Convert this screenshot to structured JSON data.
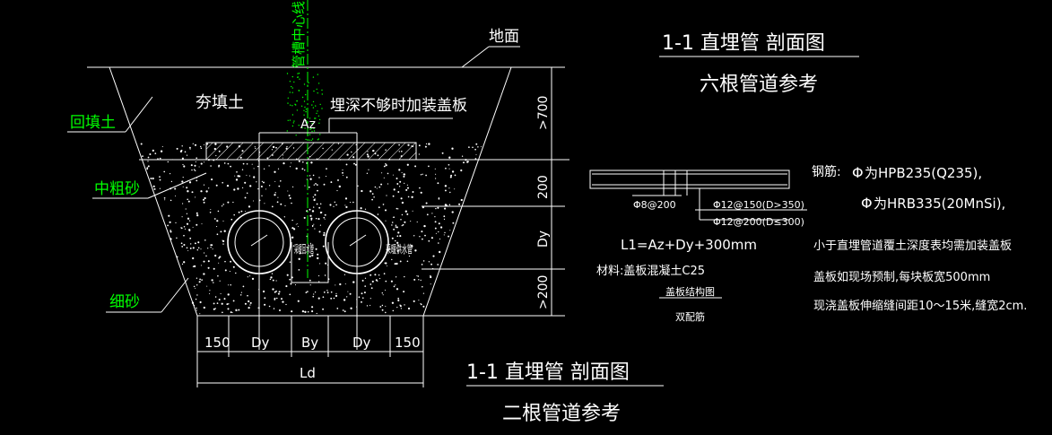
{
  "colors": {
    "background": "#000000",
    "line": "#ffffff",
    "label_green": "#00ff00"
  },
  "labels": {
    "ground": "地面",
    "centerline": "管槽中心线",
    "backfill_rammed": "夯填土",
    "backfill": "回填土",
    "medium_sand": "中粗砂",
    "fine_sand": "细砂",
    "cover_note": "埋深不够时加装盖板",
    "az": "Az",
    "pipe_left": "采暖回水管",
    "pipe_right": "采暖供水管"
  },
  "dims": {
    "gt700": ">700",
    "d200": "200",
    "dy_v": "Dy",
    "gt200": ">200",
    "w150a": "150",
    "dy1": "Dy",
    "by": "By",
    "dy2": "Dy",
    "w150b": "150",
    "ld": "Ld"
  },
  "titles": {
    "six_main": "1-1  直埋管  剖面图",
    "six_sub": "六根管道参考",
    "two_main": "1-1  直埋管  剖面图",
    "two_sub": "二根管道参考"
  },
  "notes": {
    "rebar_label": "钢筋:",
    "rebar_1": "为HPB235(Q235),",
    "rebar_2": "为HRB335(20MnSi),",
    "l1": "L1=Az+Dy+300mm",
    "material": "材料:盖板混凝土C25",
    "slab_title": "盖板结构图",
    "slab_sub": "双配筋",
    "n1": "小于直埋管道覆土深度表均需加装盖板",
    "n2": "盖板如现场预制,每块板宽500mm",
    "n3": "现浇盖板伸缩缝间距10～15米,缝宽2cm.",
    "phi8": "Φ8@200",
    "phi12a": "Φ12@150(D>350)",
    "phi12b": "Φ12@200(D≤300)"
  }
}
